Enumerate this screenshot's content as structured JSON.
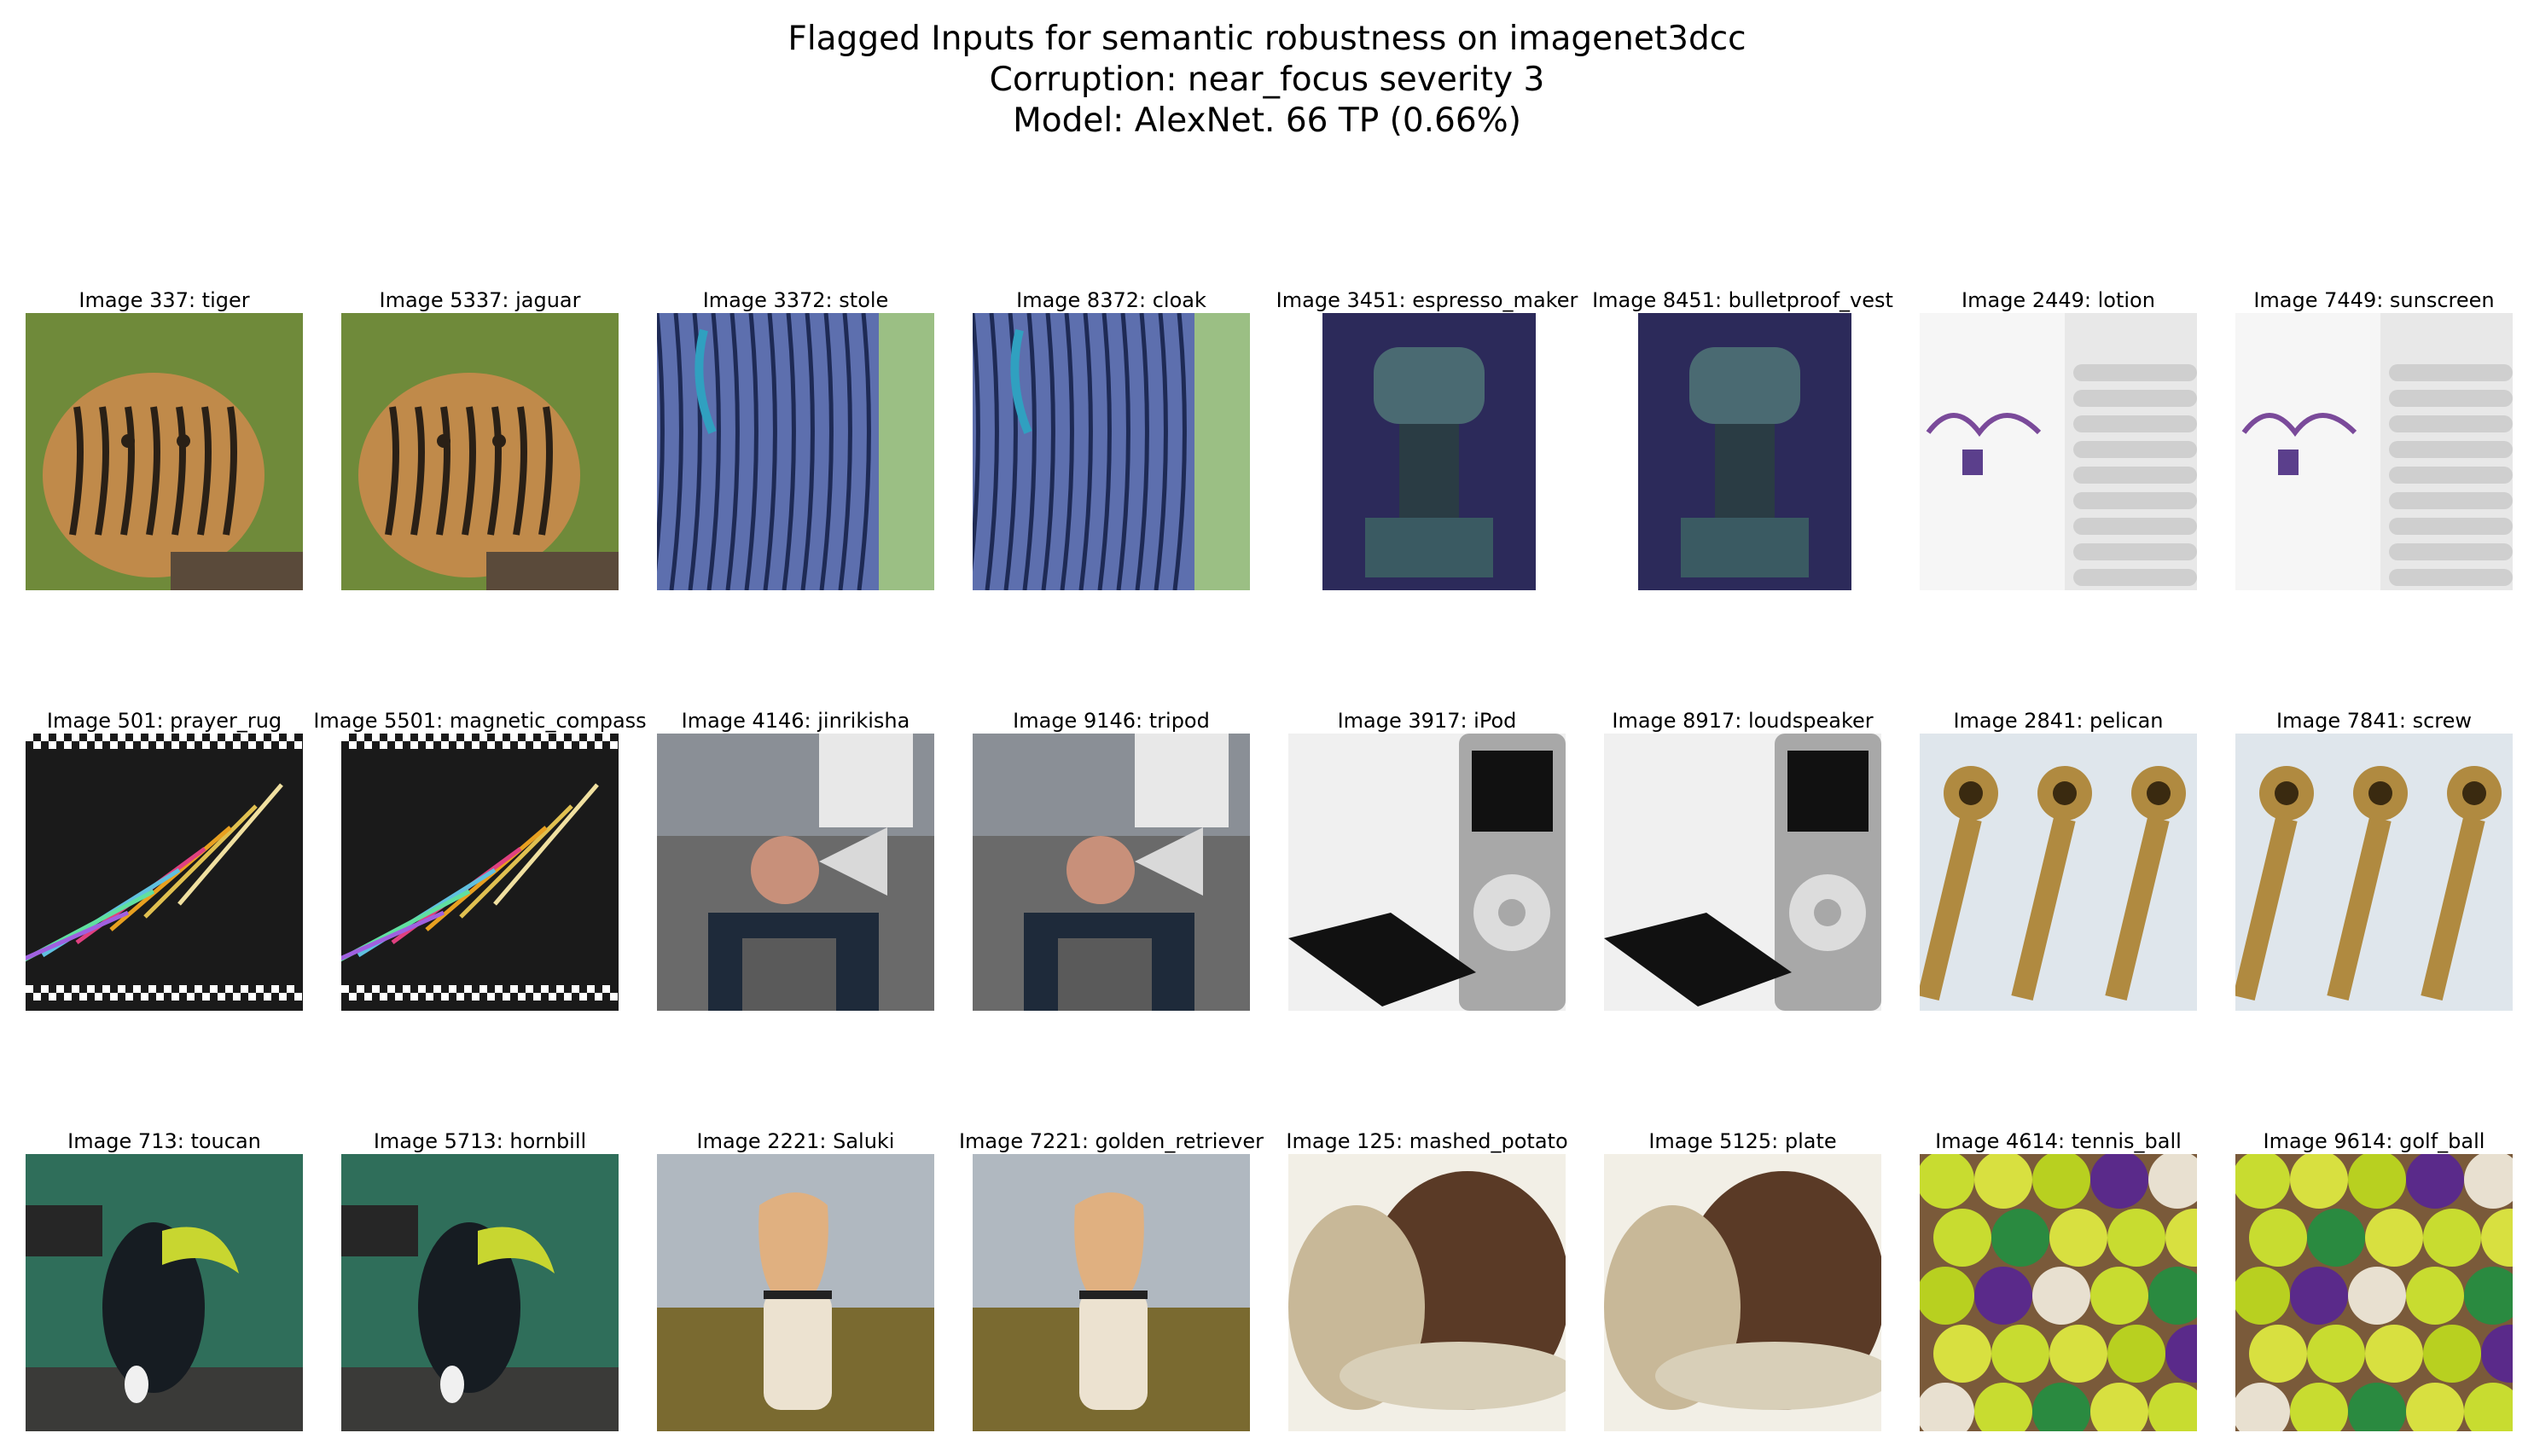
{
  "title": {
    "line1": "Flagged Inputs for semantic robustness on imagenet3dcc",
    "line2": "Corruption: near_focus severity 3",
    "line3": "Model: AlexNet. 66 TP (0.66%)"
  },
  "images": [
    {
      "caption": "Image 337: tiger",
      "icon": "tiger-photo",
      "bg": "#6f8a3a",
      "fg": "#c08a4a",
      "accent": "#2a2016",
      "kind": "animal"
    },
    {
      "caption": "Image 5337: jaguar",
      "icon": "tiger-photo",
      "bg": "#6f8a3a",
      "fg": "#c08a4a",
      "accent": "#2a2016",
      "kind": "animal"
    },
    {
      "caption": "Image 3372: stole",
      "icon": "tree-bark-photo",
      "bg": "#3b4f8f",
      "fg": "#5d6fae",
      "accent": "#9bbf84",
      "kind": "bark"
    },
    {
      "caption": "Image 8372: cloak",
      "icon": "tree-bark-photo",
      "bg": "#3b4f8f",
      "fg": "#5d6fae",
      "accent": "#9bbf84",
      "kind": "bark"
    },
    {
      "caption": "Image 3451: espresso_maker",
      "icon": "espresso-maker-photo",
      "bg": "#2c2a5a",
      "fg": "#4a6a72",
      "accent": "#ffffff",
      "kind": "machine"
    },
    {
      "caption": "Image 8451: bulletproof_vest",
      "icon": "espresso-maker-photo",
      "bg": "#2c2a5a",
      "fg": "#4a6a72",
      "accent": "#ffffff",
      "kind": "machine"
    },
    {
      "caption": "Image 2449: lotion",
      "icon": "lotion-bottle-photo",
      "bg": "#e8e8e8",
      "fg": "#f6f6f6",
      "accent": "#5b3f8c",
      "kind": "lotion"
    },
    {
      "caption": "Image 7449: sunscreen",
      "icon": "lotion-bottle-photo",
      "bg": "#e8e8e8",
      "fg": "#f6f6f6",
      "accent": "#5b3f8c",
      "kind": "lotion"
    },
    {
      "caption": "Image 501: prayer_rug",
      "icon": "safety-pins-photo",
      "bg": "#1a1a1a",
      "fg": "#e0c050",
      "accent": "#e04080",
      "kind": "pins"
    },
    {
      "caption": "Image 5501: magnetic_compass",
      "icon": "safety-pins-photo",
      "bg": "#1a1a1a",
      "fg": "#e0c050",
      "accent": "#e04080",
      "kind": "pins"
    },
    {
      "caption": "Image 4146: jinrikisha",
      "icon": "megaphone-man-photo",
      "bg": "#6a6a6a",
      "fg": "#1e2a3a",
      "accent": "#d9d9d9",
      "kind": "person"
    },
    {
      "caption": "Image 9146: tripod",
      "icon": "megaphone-man-photo",
      "bg": "#6a6a6a",
      "fg": "#1e2a3a",
      "accent": "#d9d9d9",
      "kind": "person"
    },
    {
      "caption": "Image 3917: iPod",
      "icon": "ipod-photo",
      "bg": "#f0f0f0",
      "fg": "#a8a8a8",
      "accent": "#111111",
      "kind": "ipod"
    },
    {
      "caption": "Image 8917: loudspeaker",
      "icon": "ipod-photo",
      "bg": "#f0f0f0",
      "fg": "#a8a8a8",
      "accent": "#111111",
      "kind": "ipod"
    },
    {
      "caption": "Image 2841: pelican",
      "icon": "eye-bolts-photo",
      "bg": "#dfe6ec",
      "fg": "#b08a40",
      "accent": "#3a2a10",
      "kind": "bolts"
    },
    {
      "caption": "Image 7841: screw",
      "icon": "eye-bolts-photo",
      "bg": "#dfe6ec",
      "fg": "#b08a40",
      "accent": "#3a2a10",
      "kind": "bolts"
    },
    {
      "caption": "Image 713: toucan",
      "icon": "toucan-photo",
      "bg": "#2f6e5a",
      "fg": "#161c22",
      "accent": "#c8d630",
      "kind": "bird"
    },
    {
      "caption": "Image 5713: hornbill",
      "icon": "toucan-photo",
      "bg": "#2f6e5a",
      "fg": "#161c22",
      "accent": "#c8d630",
      "kind": "bird"
    },
    {
      "caption": "Image 2221: Saluki",
      "icon": "saluki-dog-photo",
      "bg": "#b0b8c0",
      "fg": "#ece2d0",
      "accent": "#6a5a2a",
      "kind": "dog"
    },
    {
      "caption": "Image 7221: golden_retriever",
      "icon": "saluki-dog-photo",
      "bg": "#b0b8c0",
      "fg": "#ece2d0",
      "accent": "#6a5a2a",
      "kind": "dog"
    },
    {
      "caption": "Image 125: mashed_potato",
      "icon": "steak-gravy-photo",
      "bg": "#f2efe6",
      "fg": "#5a3a26",
      "accent": "#c8b898",
      "kind": "food"
    },
    {
      "caption": "Image 5125: plate",
      "icon": "steak-gravy-photo",
      "bg": "#f2efe6",
      "fg": "#5a3a26",
      "accent": "#c8b898",
      "kind": "food"
    },
    {
      "caption": "Image 4614: tennis_ball",
      "icon": "tennis-balls-photo",
      "bg": "#7a5a3a",
      "fg": "#c8dc30",
      "accent": "#5a2a8a",
      "kind": "balls"
    },
    {
      "caption": "Image 9614: golf_ball",
      "icon": "tennis-balls-photo",
      "bg": "#7a5a3a",
      "fg": "#c8dc30",
      "accent": "#5a2a8a",
      "kind": "balls"
    }
  ]
}
